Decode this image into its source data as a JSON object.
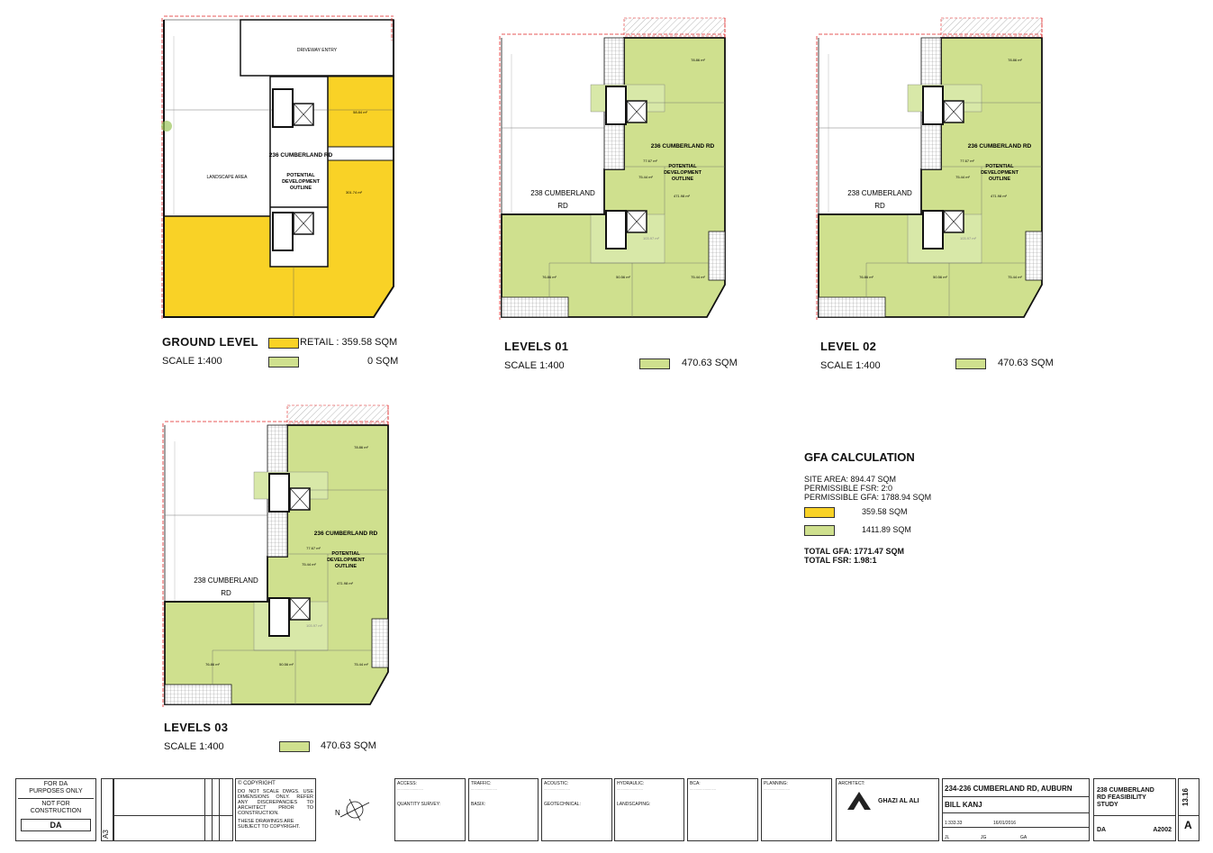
{
  "colors": {
    "retail": "#f9d226",
    "residential": "#cfe08e",
    "wall": "#111111",
    "boundary": "#e02020"
  },
  "plans": {
    "ground": {
      "driveway": "DRIVEWAY ENTRY",
      "landscape": "LANDSCAPE AREA",
      "site_label": "236 CUMBERLAND RD",
      "potential": "POTENTIAL DEVELOPMENT OUTLINE",
      "area_a": "58.84 m²",
      "area_b": "301.74 m²"
    },
    "upper": {
      "site_label": "236 CUMBERLAND RD",
      "potential": "POTENTIAL DEVELOPMENT OUTLINE",
      "neighbour_l1": "238 CUMBERLAND",
      "neighbour_l2": "RD",
      "a_top": "78.86 m²",
      "a_mid": "77.67 m²",
      "a_l": "75.44 m²",
      "a_total": "471.98 m²",
      "a_core": "103.97 m²",
      "a_bl": "76.86 m²",
      "a_bm": "50.56 m²",
      "a_br": "75.44 m²"
    }
  },
  "levels": {
    "ground": {
      "title": "GROUND LEVEL",
      "scale": "SCALE 1:400",
      "retail": "RETAIL : 359.58 SQM",
      "res": "0 SQM"
    },
    "l01": {
      "title": "LEVELS 01",
      "scale": "SCALE 1:400",
      "res": "470.63 SQM"
    },
    "l02": {
      "title": "LEVEL 02",
      "scale": "SCALE 1:400",
      "res": "470.63 SQM"
    },
    "l03": {
      "title": "LEVELS 03",
      "scale": "SCALE 1:400",
      "res": "470.63  SQM"
    }
  },
  "gfa": {
    "title": "GFA CALCULATION",
    "site_area": "SITE AREA: 894.47 SQM",
    "fsr": "PERMISSIBLE FSR: 2:0",
    "pgfa": "PERMISSIBLE GFA: 1788.94 SQM",
    "retail": "359.58 SQM",
    "res": "1411.89 SQM",
    "total_gfa": "TOTAL GFA: 1771.47 SQM",
    "total_fsr": "TOTAL FSR: 1.98:1"
  },
  "titleblock": {
    "status1": "FOR DA",
    "status2": "PURPOSES ONLY",
    "nfc1": "NOT FOR",
    "nfc2": "CONSTRUCTION",
    "stage": "DA",
    "size": "A3",
    "copyright_h": "© COPYRIGHT",
    "copyright1": "DO NOT SCALE DWGS. USE DIMENSIONS ONLY. REFER ANY DISCREPANCIES TO ARCHITECT PRIOR TO CONSTRUCTION.",
    "copyright2": "THESE DRAWINGS ARE SUBJECT TO COPYRIGHT.",
    "access": "ACCESS:",
    "traffic": "TRAFFIC:",
    "acoustic": "ACOUSTIC:",
    "hydraulic": "HYDRAULIC:",
    "bca": "BCA:",
    "planning": "PLANNING:",
    "survey": "QUANTITY SURVEY:",
    "basix": "BASIX:",
    "geotech": "GEOTECHNICAL:",
    "landscaping": "LANDSCAPING:",
    "architect_h": "ARCHITECT:",
    "architect": "GHAZI AL ALI",
    "project": "234-236 CUMBERLAND RD, AUBURN",
    "client": "BILL KANJ",
    "scale_v": "1:333.33",
    "date_v": "16/01/2016",
    "drawn_v": "JL",
    "checked_v": "JG",
    "checked2_v": "GA",
    "dwg_name1": "238 CUMBERLAND",
    "dwg_name2": "RD FEASIBILITY",
    "dwg_name3": "STUDY",
    "dwg_stage": "DA",
    "dwg_no": "A2002",
    "proj_no": "13.16",
    "issue": "A"
  }
}
